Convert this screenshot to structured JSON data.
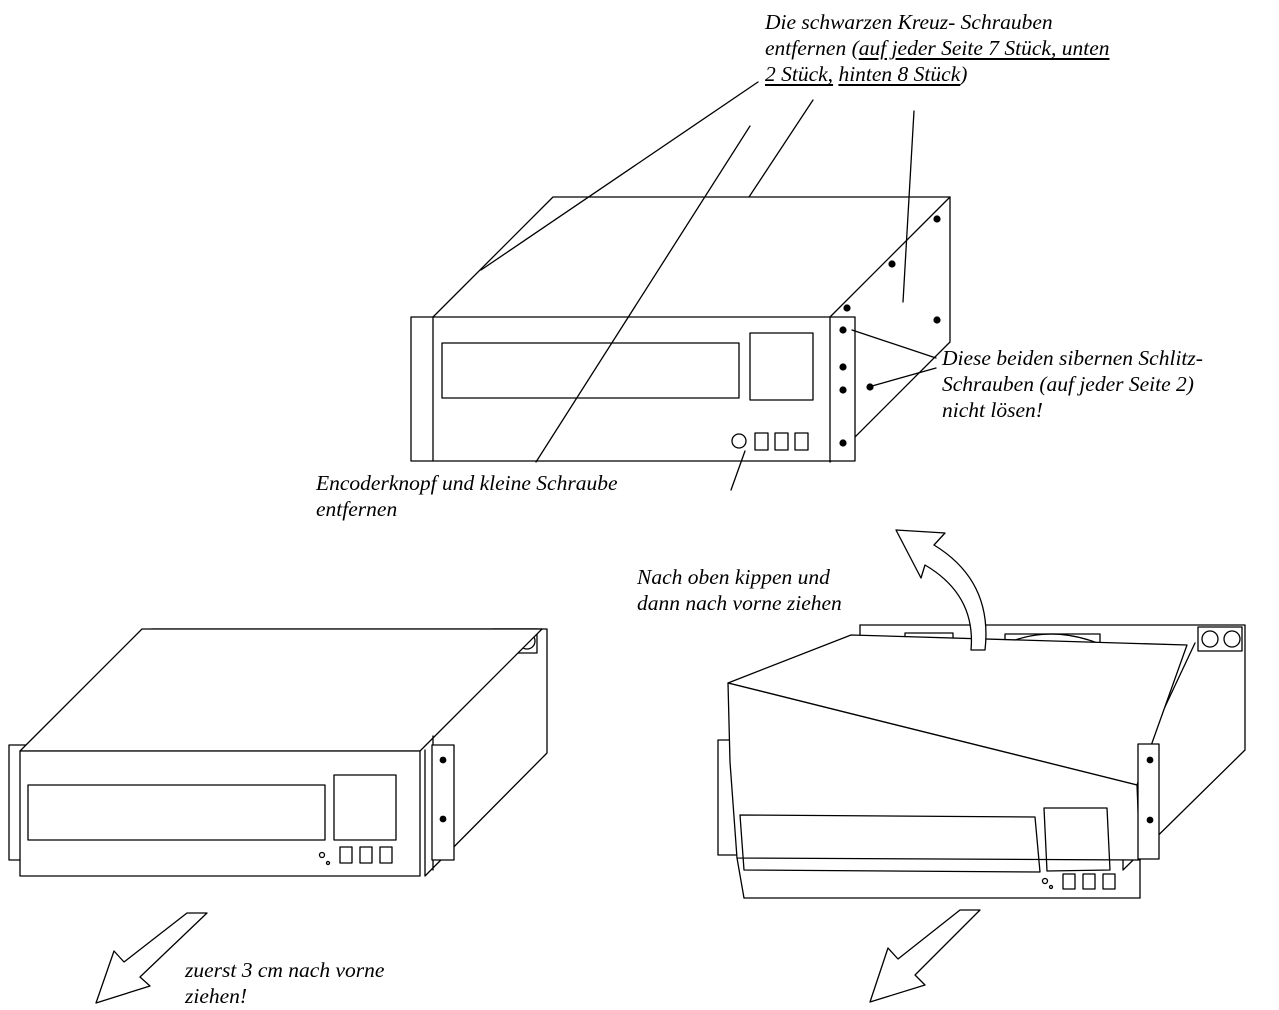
{
  "labels": {
    "remove_screws": {
      "line1": "Die schwarzen Kreuz- Schrauben",
      "line2_prefix": "entfernen (",
      "line2_underlined": "auf jeder Seite 7 Stück, unten",
      "line3_underlined_a": "2 Stück,",
      "line3_underlined_b": "hinten 8 Stück",
      "line3_suffix": ")"
    },
    "silver_screws": {
      "line1": "Diese beiden sibernen Schlitz-",
      "line2": "Schrauben (auf jeder Seite 2)",
      "line3": "nicht lösen!"
    },
    "encoder": {
      "line1": "Encoderknopf und kleine Schraube",
      "line2": "entfernen"
    },
    "tilt": {
      "line1": "Nach oben kippen und",
      "line2": "dann nach vorne ziehen"
    },
    "pull_forward": {
      "line1": "zuerst 3 cm nach vorne",
      "line2": "ziehen!"
    }
  }
}
